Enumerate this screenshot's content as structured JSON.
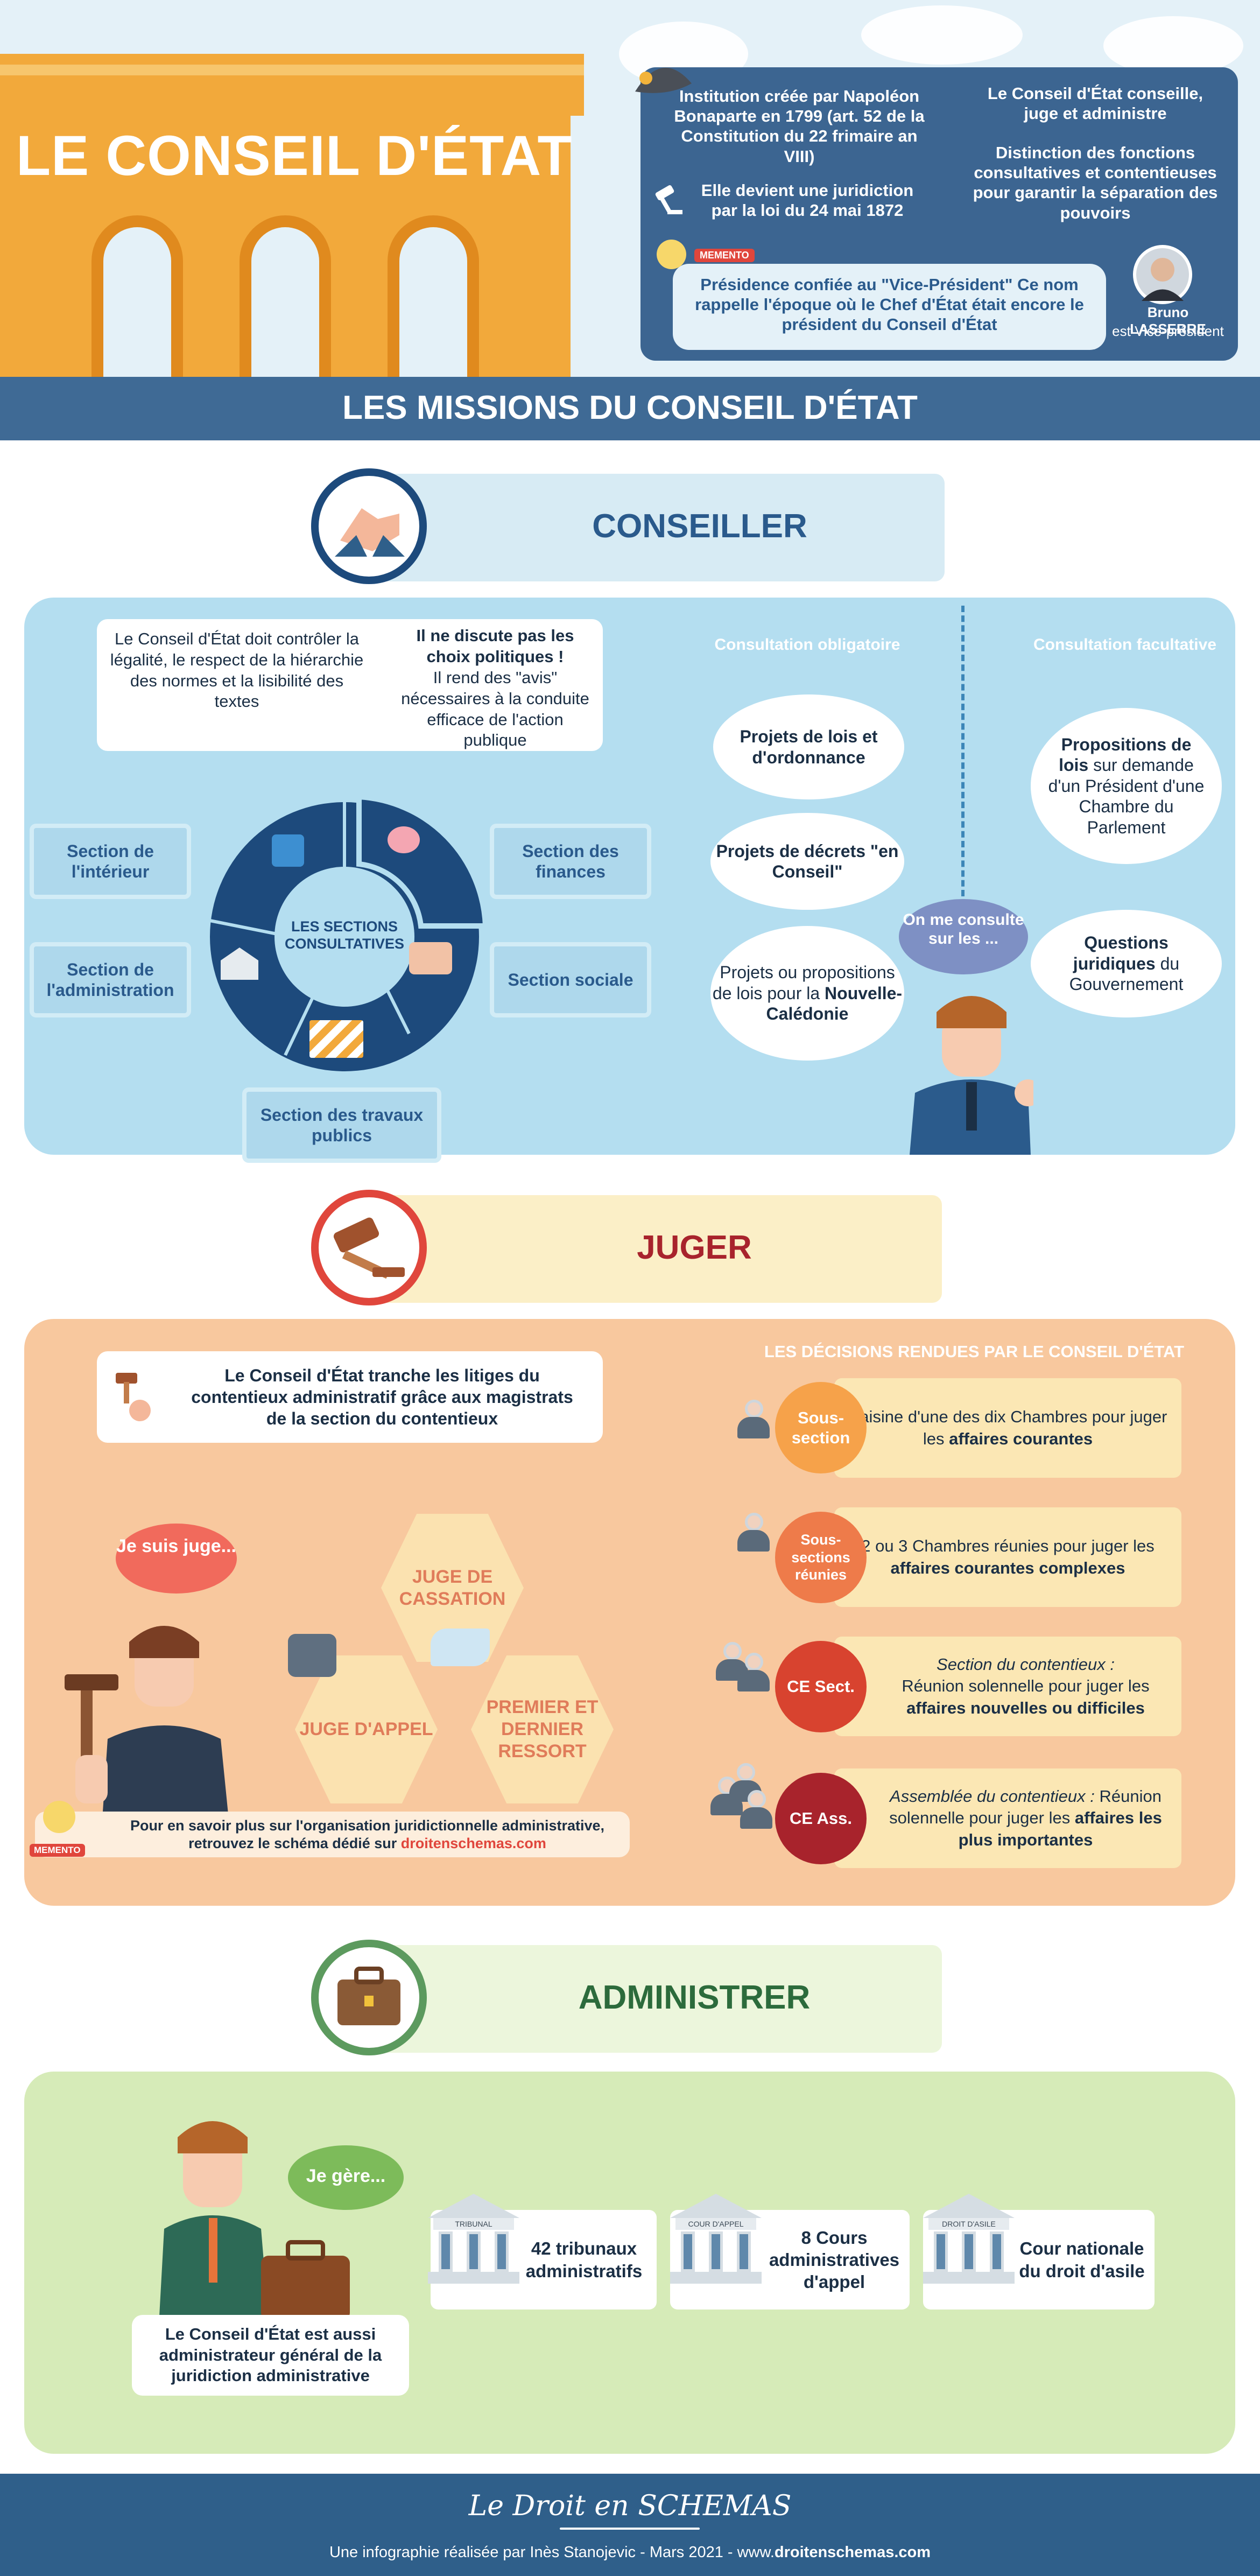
{
  "header": {
    "title": "LE CONSEIL D'ÉTAT",
    "info_left_1": "Institution créée par Napoléon Bonaparte en 1799 (art. 52 de la Constitution du 22 frimaire an VIII)",
    "info_left_2": "Elle devient une juridiction par la loi du 24 mai 1872",
    "info_right_1": "Le Conseil d'État conseille, juge et administre",
    "info_right_2": "Distinction des fonctions consultatives et contentieuses pour garantir la séparation des pouvoirs",
    "memento_label": "MEMENTO",
    "memento_text": "Présidence confiée au \"Vice-Président\" Ce nom rappelle l'époque où le Chef d'État était encore le président du Conseil d'État",
    "vp_name": "Bruno LASSERRE",
    "vp_role": "est Vice-président"
  },
  "banner": {
    "title": "LES MISSIONS DU CONSEIL D'ÉTAT"
  },
  "conseiller": {
    "title": "CONSEILLER",
    "intro_text": "Le Conseil d'État doit contrôler la légalité, le respect de la hiérarchie des normes et la lisibilité des textes",
    "policy_bold": "Il ne discute pas les choix politiques !",
    "policy_text": "Il rend des \"avis\" nécessaires à la conduite efficace de l'action publique",
    "center_label": "LES SECTIONS CONSULTATIVES",
    "sections": {
      "interieur": "Section de l'intérieur",
      "administration": "Section de l'administration",
      "travaux": "Section des travaux publics",
      "finances": "Section des finances",
      "sociale": "Section sociale"
    },
    "col_obligatoire": "Consultation obligatoire",
    "col_facultative": "Consultation facultative",
    "obligatoire": {
      "item1": "Projets de lois et d'ordonnance",
      "item2": "Projets de décrets \"en Conseil\"",
      "item3_a": "Projets ou propositions de lois pour la",
      "item3_b": "Nouvelle-Calédonie"
    },
    "facultative": {
      "item1_b": "Propositions de lois",
      "item1_t": "sur demande d'un Président d'une Chambre du Parlement",
      "item2_b": "Questions juridiques",
      "item2_t": "du Gouvernement"
    },
    "speech": "On me consulte sur les ..."
  },
  "juger": {
    "title": "JUGER",
    "intro": "Le Conseil d'État tranche les litiges du contentieux administratif grâce aux magistrats de la section du contentieux",
    "speech": "Je suis juge...",
    "hex_cassation": "JUGE DE CASSATION",
    "hex_appel": "JUGE D'APPEL",
    "hex_premier": "PREMIER ET DERNIER RESSORT",
    "memento_label": "MEMENTO",
    "memento_text": "Pour en savoir plus sur l'organisation juridictionnelle administrative, retrouvez le schéma dédié sur",
    "memento_link": "droitenschemas.com",
    "decisions_title": "LES DÉCISIONS RENDUES PAR LE CONSEIL D'ÉTAT",
    "decisions": [
      {
        "circle": "Sous-section",
        "text": "Saisine d'une des dix Chambres pour juger les",
        "bold": "affaires courantes",
        "color": "#f6a24a"
      },
      {
        "circle": "Sous-sections réunies",
        "text": "2 ou 3 Chambres réunies pour juger les",
        "bold": "affaires courantes complexes",
        "color": "#ee7b4a"
      },
      {
        "circle": "CE Sect.",
        "italic": "Section du contentieux :",
        "text": "Réunion solennelle pour juger les",
        "bold": "affaires nouvelles ou difficiles",
        "color": "#d8432f"
      },
      {
        "circle": "CE Ass.",
        "italic": "Assemblée du contentieux :",
        "text": "Réunion solennelle pour juger les",
        "bold": "affaires les plus importantes",
        "color": "#a8232c"
      }
    ]
  },
  "administrer": {
    "title": "ADMINISTRER",
    "speech": "Je gère...",
    "note": "Le Conseil d'État est aussi administrateur général de la juridiction administrative",
    "courts": [
      {
        "label": "TRIBUNAL",
        "text": "42 tribunaux administratifs"
      },
      {
        "label": "COUR D'APPEL",
        "text": "8 Cours administratives d'appel"
      },
      {
        "label": "DROIT D'ASILE",
        "text": "Cour nationale du droit d'asile"
      }
    ]
  },
  "footer": {
    "logo": "Le Droit en SCHEMAS",
    "credit": "Une infographie réalisée par Inès Stanojevic - Mars 2021 - www.",
    "site": "droitenschemas.com"
  },
  "colors": {
    "navy": "#3c6591",
    "conseiller_accent": "#2a5a8c",
    "juger_accent": "#a8232c",
    "administrer_accent": "#2c6b3c",
    "orange": "#f2a93b"
  }
}
